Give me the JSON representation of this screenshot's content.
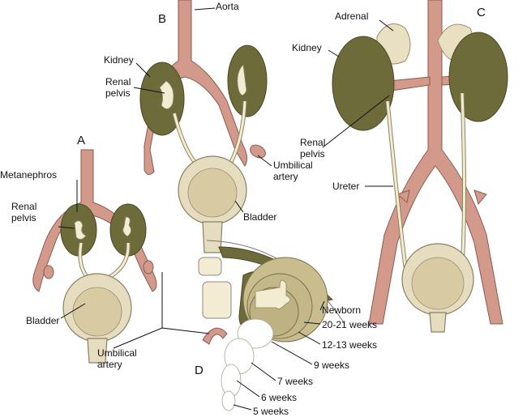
{
  "panels": {
    "a": "A",
    "b": "B",
    "c": "C",
    "d": "D"
  },
  "labels": {
    "aorta": "Aorta",
    "kidney_b": "Kidney",
    "renal_pelvis_b": [
      "Renal",
      "pelvis"
    ],
    "umbilical_b": [
      "Umbilical",
      "artery"
    ],
    "bladder_b": "Bladder",
    "adrenal": "Adrenal",
    "kidney_c": "Kidney",
    "renal_pelvis_c": [
      "Renal",
      "pelvis"
    ],
    "ureter": "Ureter",
    "metanephros": "Metanephros",
    "renal_pelvis_a": [
      "Renal",
      "pelvis"
    ],
    "bladder_a": "Bladder",
    "umbilical_a": [
      "Umbilical",
      "artery"
    ]
  },
  "stages": [
    "Newborn",
    "20-21 weeks",
    "12-13 weeks",
    "9 weeks",
    "7 weeks",
    "6 weeks",
    "5 weeks"
  ],
  "colors": {
    "artery": "#d39a8c",
    "kidney": "#6e6b3a",
    "bladder": "#e6dcc0"
  }
}
